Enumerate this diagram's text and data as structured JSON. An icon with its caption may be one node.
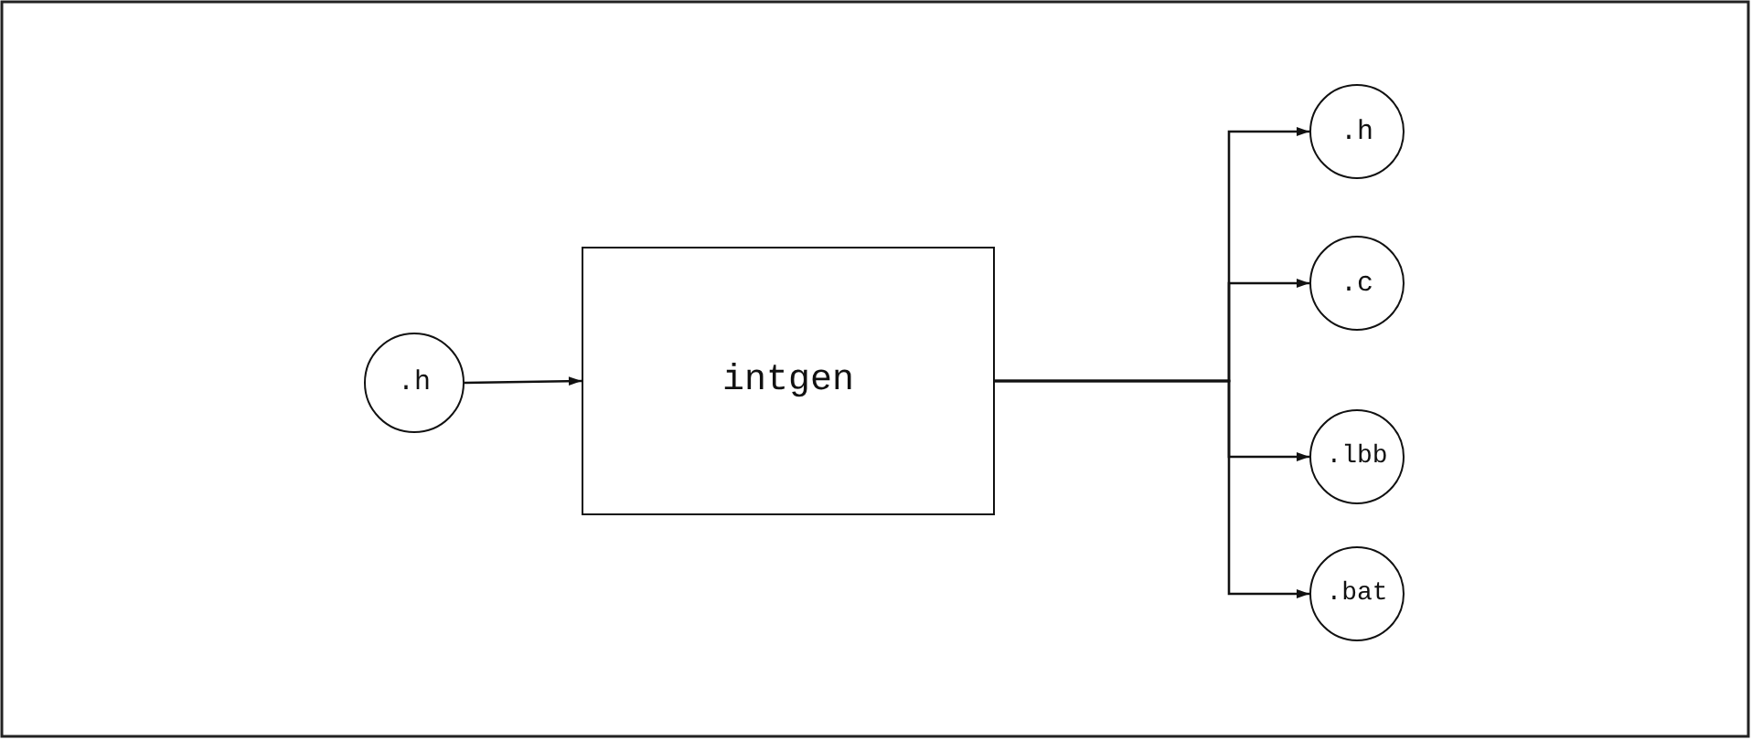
{
  "diagram": {
    "nodes": [
      {
        "text": [
          ".h"
        ]
      },
      {
        "text": [
          "intgen"
        ]
      },
      {
        "text": [
          ".h"
        ]
      },
      {
        "text": [
          ".c"
        ]
      },
      {
        "text": [
          ".lbb"
        ]
      },
      {
        "text": [
          ".bat"
        ]
      }
    ],
    "edges": [
      {
        "from": 0,
        "to": 1,
        "arrow": "to"
      },
      {
        "from": 1,
        "to": 2,
        "arrow": "to"
      },
      {
        "from": 1,
        "to": 3,
        "arrow": "to"
      },
      {
        "from": 1,
        "to": 4,
        "arrow": "to"
      },
      {
        "from": 1,
        "to": 5,
        "arrow": "to"
      }
    ]
  }
}
